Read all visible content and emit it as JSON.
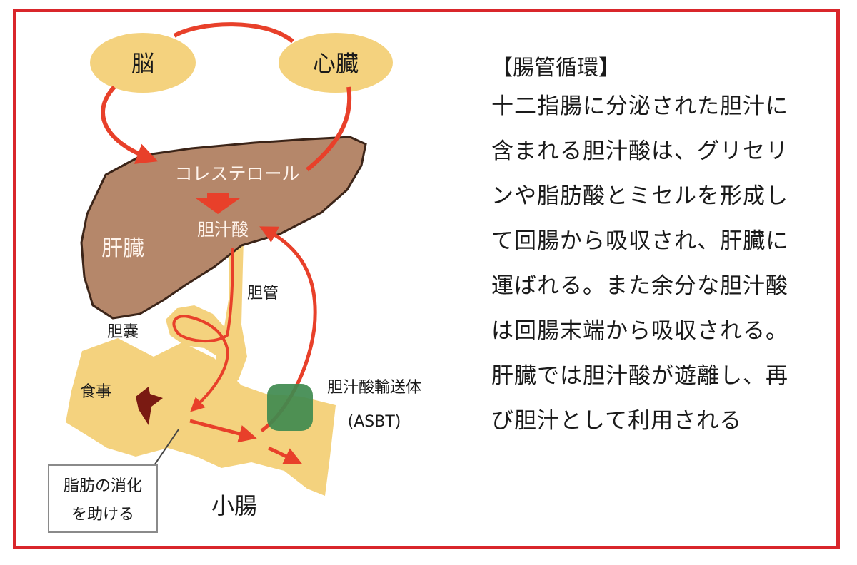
{
  "diagram": {
    "brain": "脳",
    "heart": "心臓",
    "cholesterol": "コレステロール",
    "bile_acid": "胆汁酸",
    "liver": "肝臓",
    "bile_duct": "胆管",
    "gallbladder": "胆嚢",
    "meal": "食事",
    "transporter": "胆汁酸輸送体",
    "transporter_abbr": "(ASBT)",
    "fat_digestion_line1": "脂肪の消化",
    "fat_digestion_line2": "を助ける",
    "small_intestine": "小腸"
  },
  "panel": {
    "title": "【腸管循環】",
    "lines": [
      "十二指腸に分泌された胆汁に",
      "含まれる胆汁酸は、グリセリ",
      "ンや脂肪酸とミセルを形成し",
      "て回腸から吸収され、肝臓に",
      "運ばれる。また余分な胆汁酸",
      "は回腸末端から吸収される。",
      "肝臓では胆汁酸が遊離し、再",
      "び胆汁として利用される"
    ]
  },
  "colors": {
    "frame": "#d9262b",
    "arrow": "#e8402a",
    "organ_fill": "#f4d27e",
    "liver_fill": "#b5876a",
    "transporter": "#3f8a4f",
    "meal_arrow": "#7a1a12"
  }
}
